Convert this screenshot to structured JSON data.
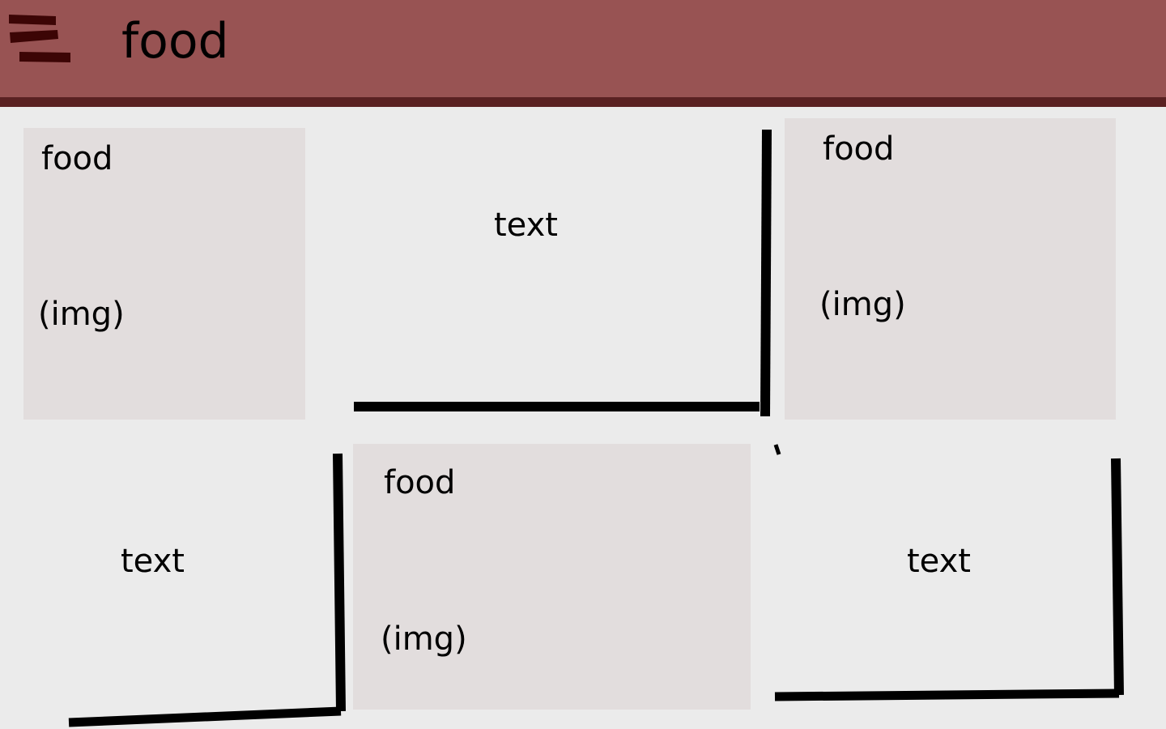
{
  "header": {
    "title": "food",
    "menu_icon": "hamburger-menu-icon",
    "background_color": "#985353",
    "border_color": "#5a2122"
  },
  "cards": [
    {
      "title": "food",
      "image_placeholder": "(img)"
    },
    {
      "title": "food",
      "image_placeholder": "(img)"
    },
    {
      "title": "food",
      "image_placeholder": "(img)"
    }
  ],
  "text_blocks": [
    {
      "label": "text"
    },
    {
      "label": "text"
    },
    {
      "label": "text"
    }
  ],
  "colors": {
    "page_background": "#ebebeb",
    "card_background": "#e2dddd",
    "stroke": "#000000"
  }
}
